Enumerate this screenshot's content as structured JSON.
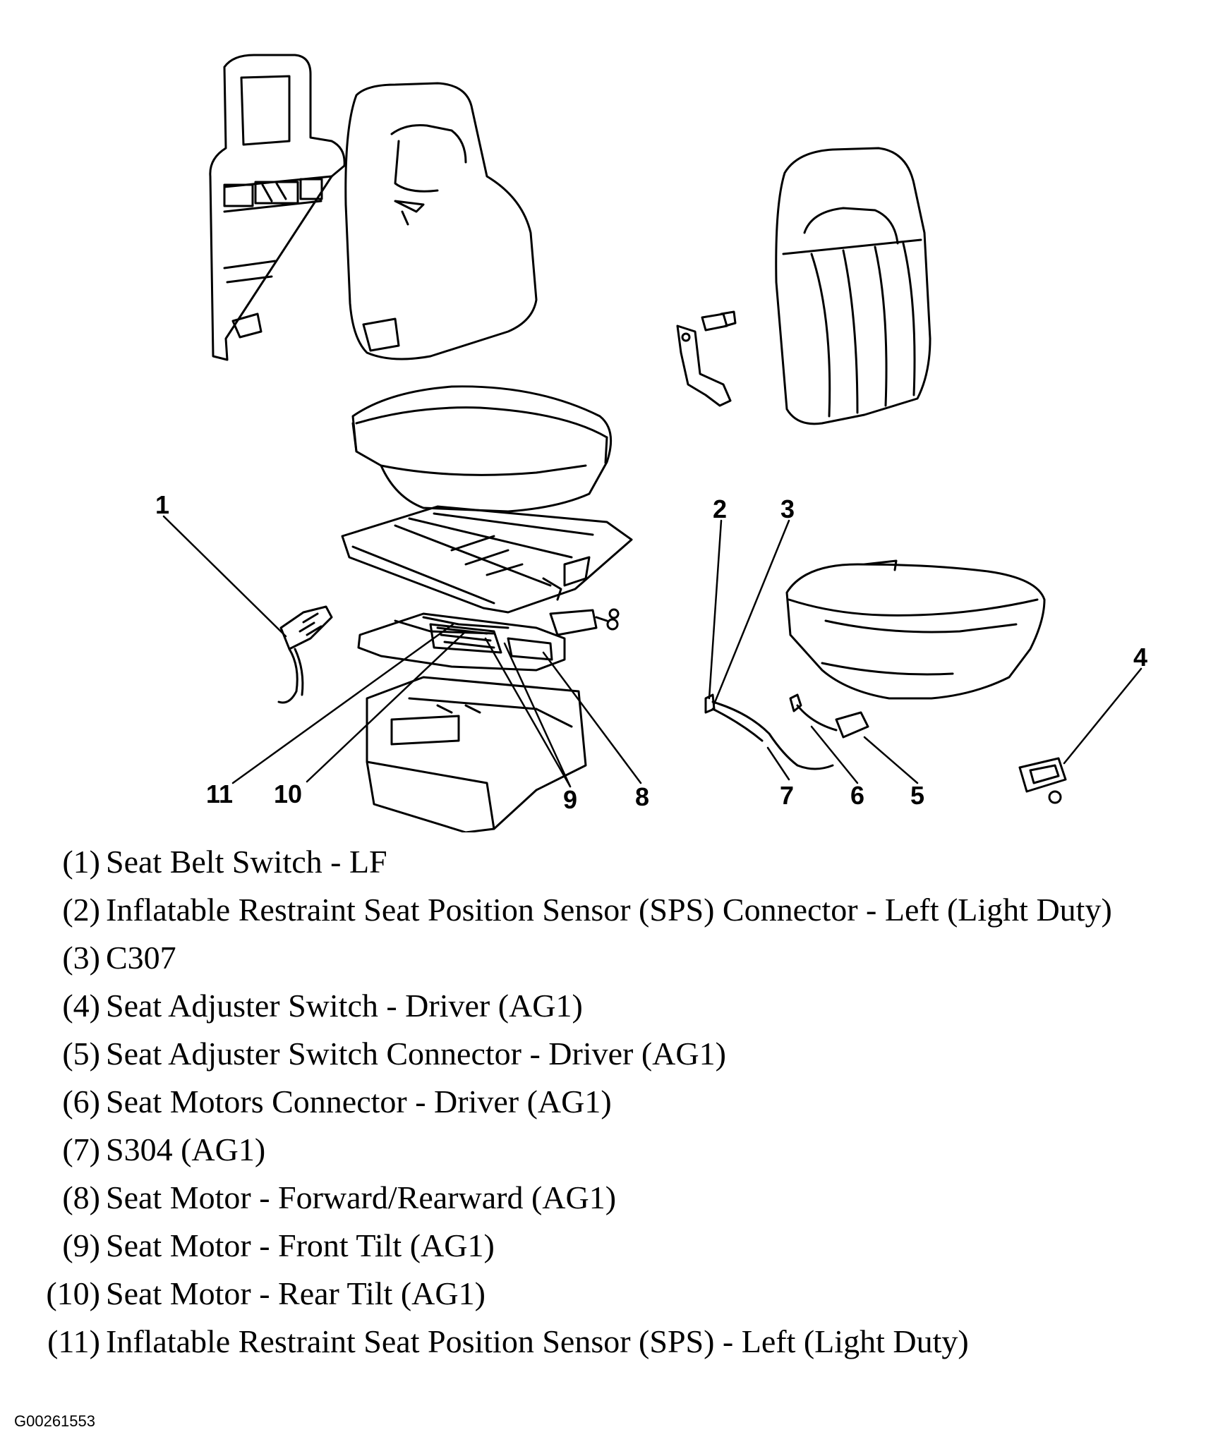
{
  "callouts": [
    "1",
    "2",
    "3",
    "4",
    "5",
    "6",
    "7",
    "8",
    "9",
    "10",
    "11"
  ],
  "legend": [
    {
      "num": "(1)",
      "text": "Seat Belt Switch - LF"
    },
    {
      "num": "(2)",
      "text": "Inflatable Restraint Seat Position Sensor (SPS) Connector - Left (Light Duty)"
    },
    {
      "num": "(3)",
      "text": "C307"
    },
    {
      "num": "(4)",
      "text": "Seat Adjuster Switch - Driver (AG1)"
    },
    {
      "num": "(5)",
      "text": "Seat Adjuster Switch Connector - Driver (AG1)"
    },
    {
      "num": "(6)",
      "text": "Seat Motors Connector - Driver (AG1)"
    },
    {
      "num": "(7)",
      "text": "S304 (AG1)"
    },
    {
      "num": "(8)",
      "text": "Seat Motor - Forward/Rearward (AG1)"
    },
    {
      "num": "(9)",
      "text": "Seat Motor - Front Tilt (AG1)"
    },
    {
      "num": "(10)",
      "text": "Seat Motor - Rear Tilt (AG1)"
    },
    {
      "num": "(11)",
      "text": "Inflatable Restraint Seat Position Sensor (SPS) - Left (Light Duty)"
    }
  ],
  "figure_id": "G00261553"
}
